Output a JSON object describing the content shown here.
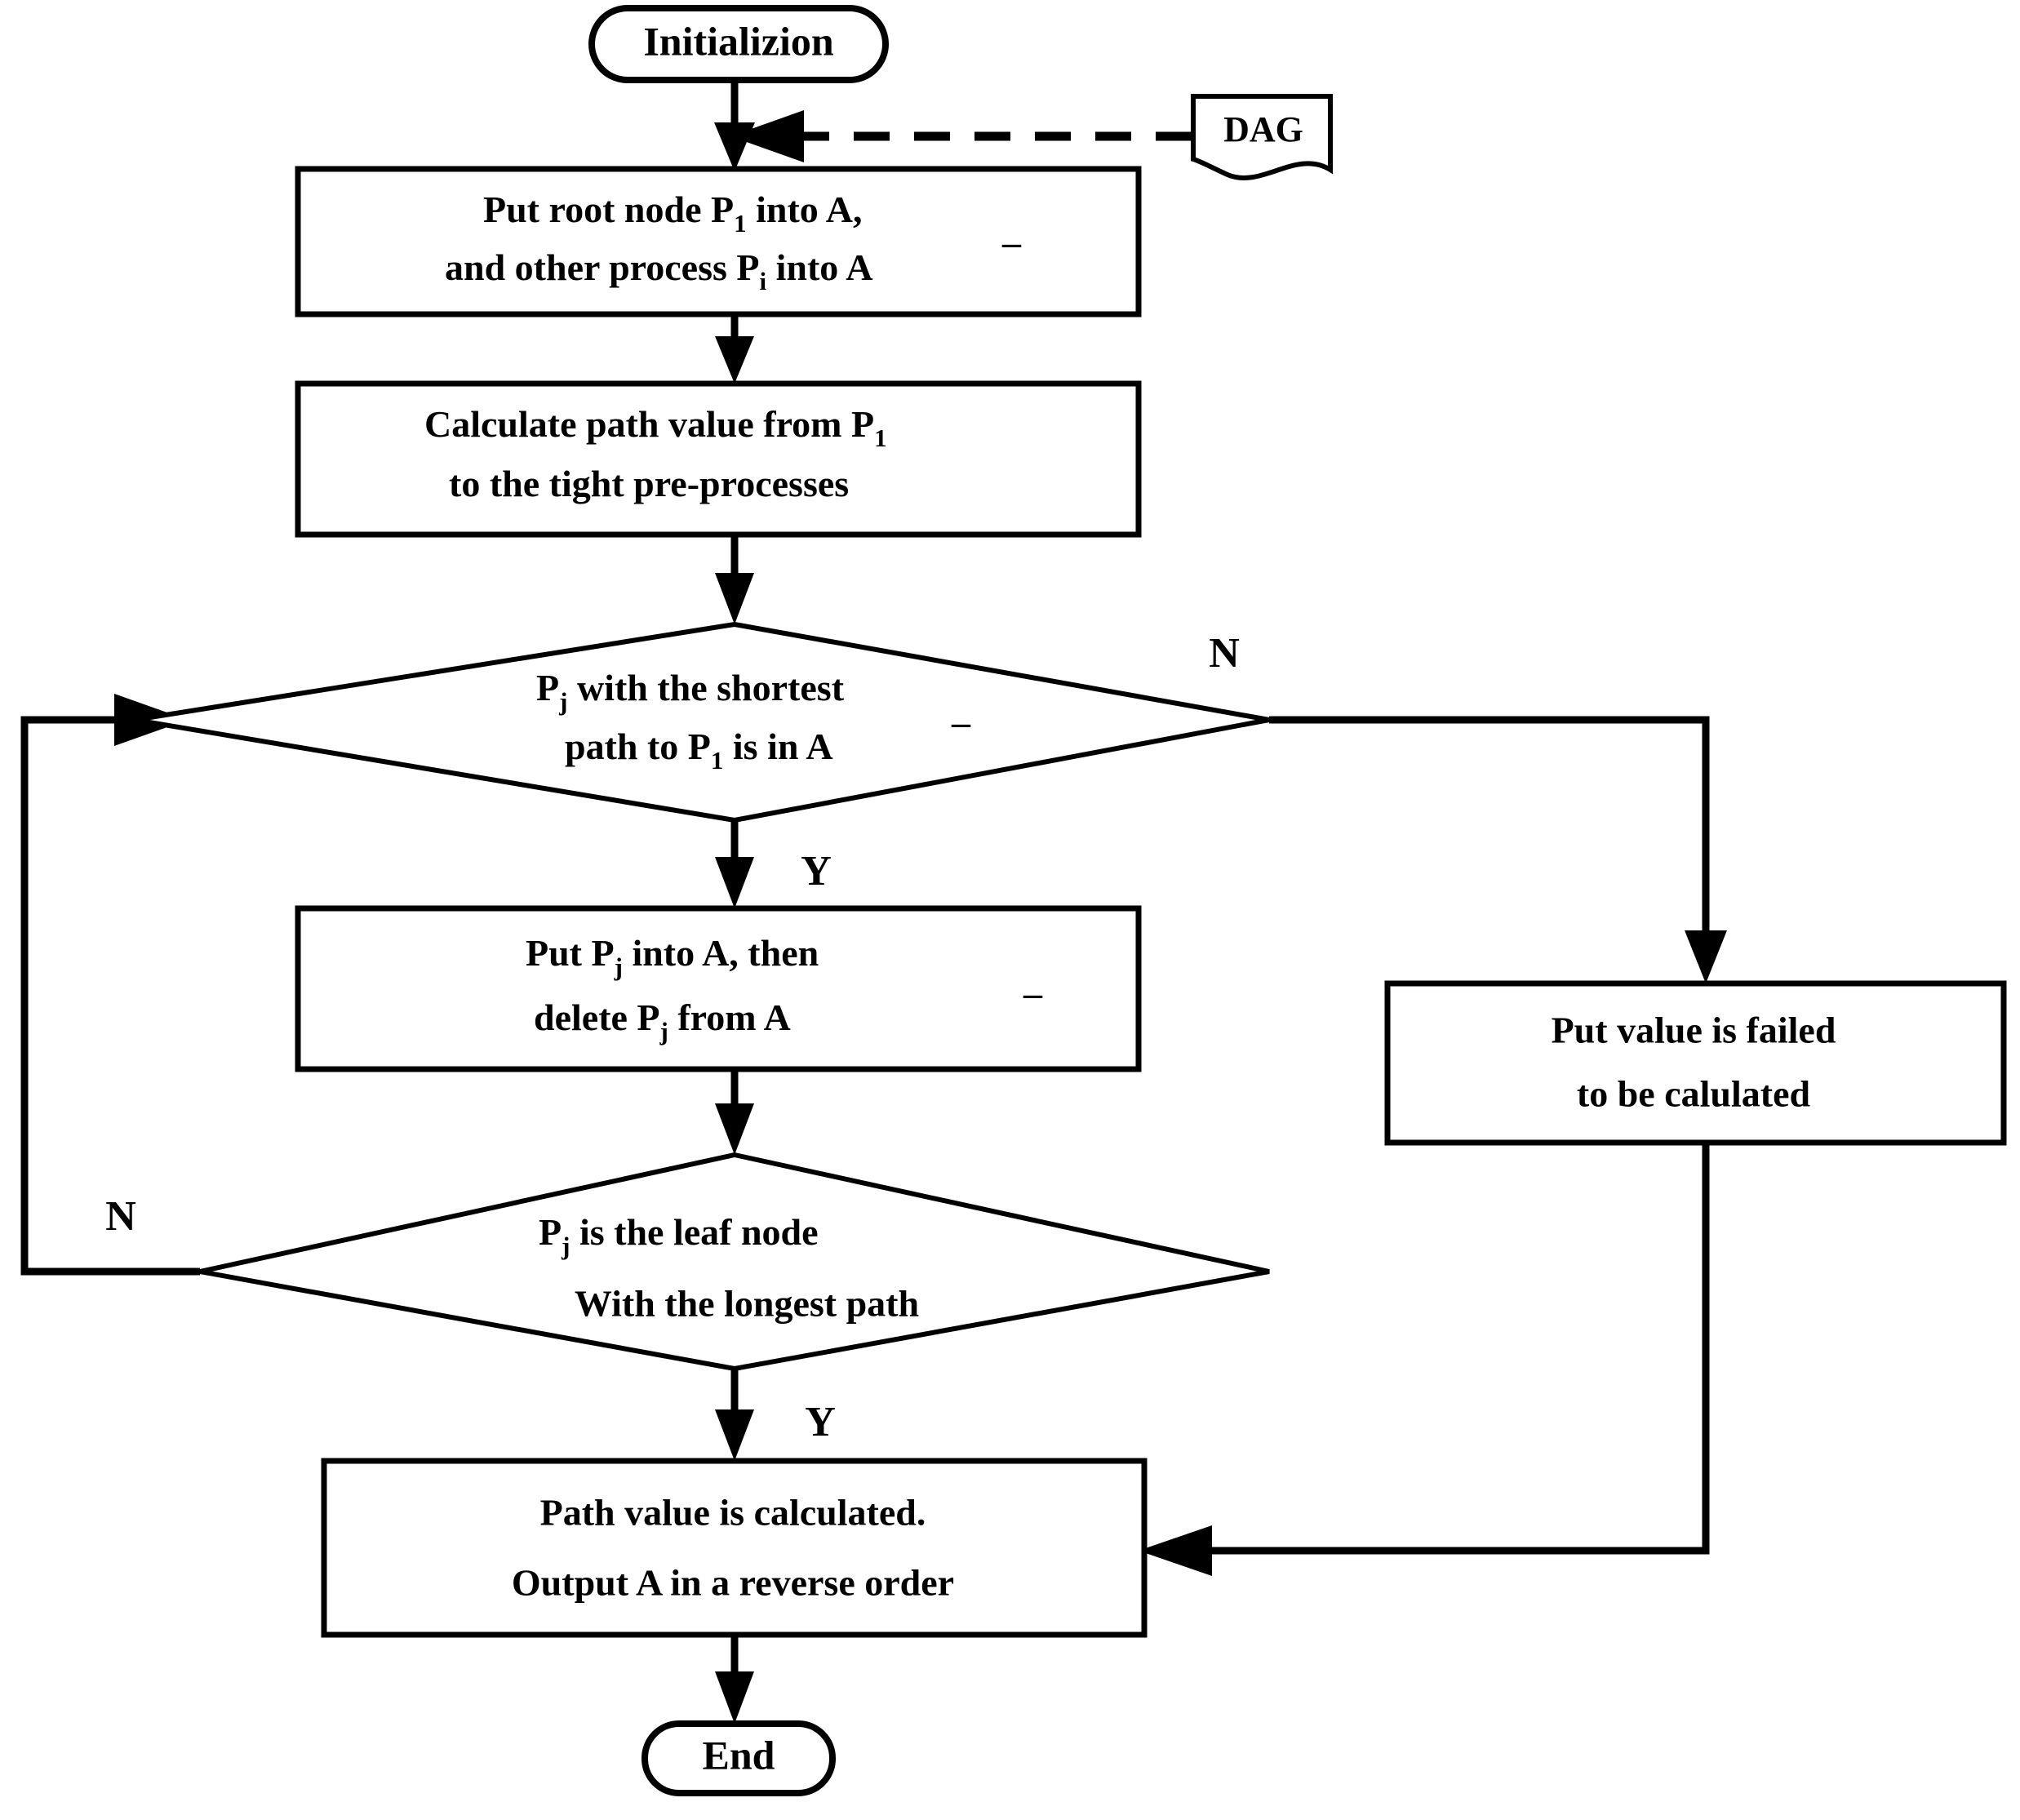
{
  "diagram": {
    "title": "Path value calculation flowchart",
    "background_color": "#ffffff",
    "stroke_color": "#000000"
  },
  "nodes": {
    "start": {
      "type": "terminator",
      "label": "Initializion"
    },
    "dag": {
      "type": "document",
      "label": "DAG"
    },
    "init_process": {
      "type": "process",
      "line1": "Put root node P",
      "line1_sub": "1",
      "line1_tail": " into A,",
      "line2": "and  other process P",
      "line2_sub": "i",
      "line2_tail": " into A",
      "line2_overbar": "–"
    },
    "calc_process": {
      "type": "process",
      "line1": "Calculate path value from P",
      "line1_sub": "1",
      "line2": "to the tight pre-processes"
    },
    "decision_shortest": {
      "type": "decision",
      "line1": "P",
      "line1_sub": "j",
      "line1_tail": " with the shortest",
      "line2": "path to P",
      "line2_sub": "1",
      "line2_tail": " is in A",
      "line2_overbar": "–"
    },
    "put_pj_process": {
      "type": "process",
      "line1": "Put P",
      "line1_sub": "j",
      "line1_tail": " into A, then",
      "line2": "delete P",
      "line2_sub": "j",
      "line2_tail": " from A",
      "line2_overbar": "–"
    },
    "decision_leaf": {
      "type": "decision",
      "line1": "P",
      "line1_sub": "j",
      "line1_tail": " is the leaf node",
      "line2": "With the longest path"
    },
    "failed_process": {
      "type": "process",
      "line1": "Put value is failed",
      "line2": "to be calulated"
    },
    "output_process": {
      "type": "process",
      "line1": "Path value is calculated.",
      "line2": "Output A in a reverse order"
    },
    "end": {
      "type": "terminator",
      "label": "End"
    }
  },
  "branch_labels": {
    "shortest_no": "N",
    "shortest_yes": "Y",
    "leaf_no": "N",
    "leaf_yes": "Y"
  }
}
